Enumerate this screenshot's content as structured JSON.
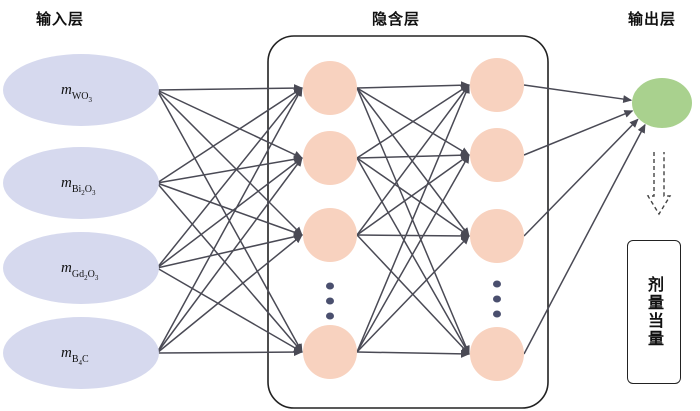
{
  "layers": {
    "input_title": "输入层",
    "hidden_title": "隐含层",
    "output_title": "输出层"
  },
  "inputs": [
    {
      "m": "m",
      "sub": "WO",
      "sub2": "3",
      "tail": "",
      "tail2": ""
    },
    {
      "m": "m",
      "sub": "Bi",
      "sub2": "2",
      "tail": "O",
      "tail2": "3"
    },
    {
      "m": "m",
      "sub": "Gd",
      "sub2": "2",
      "tail": "O",
      "tail2": "3"
    },
    {
      "m": "m",
      "sub": "B",
      "sub2": "4",
      "tail": "C",
      "tail2": ""
    }
  ],
  "output_label": "剂量当量",
  "colors": {
    "input_fill": "#d6d9ee",
    "hidden_fill": "#f8d2bf",
    "output_fill": "#a9d18e",
    "arrow": "#4a4a55",
    "dots": "#4a4f6e"
  }
}
